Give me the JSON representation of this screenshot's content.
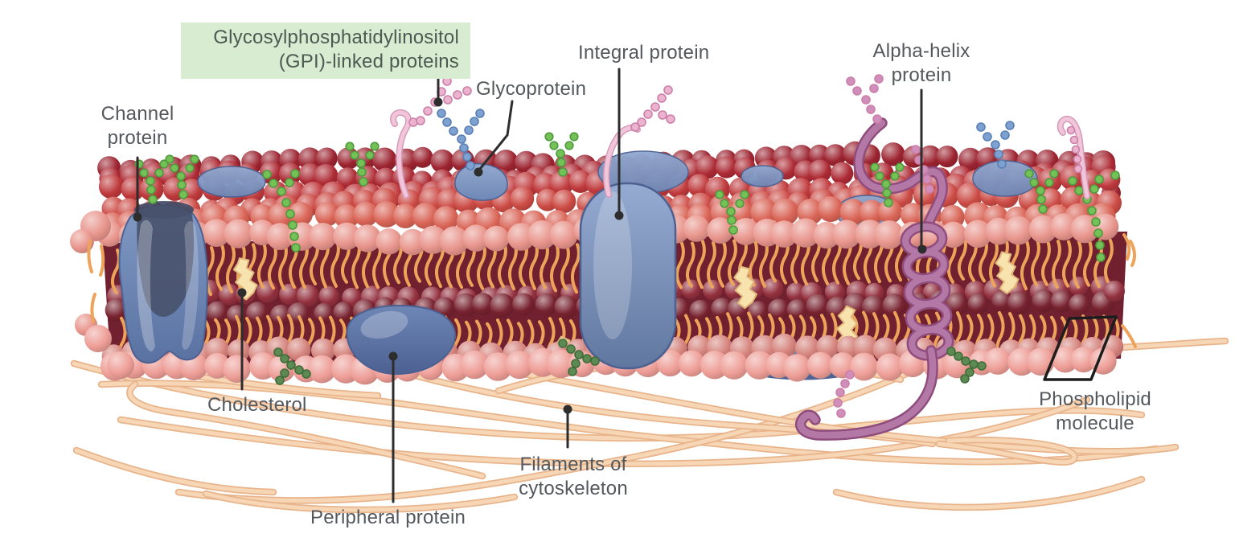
{
  "figure": {
    "name": "Cell membrane structure diagram",
    "background": "#ffffff"
  },
  "labels": {
    "gpi": {
      "text": "Glycosylphosphatidylinositol\n(GPI)-linked proteins",
      "highlighted": true
    },
    "channel": {
      "text": "Channel\nprotein"
    },
    "glycoprotein": {
      "text": "Glycoprotein"
    },
    "integral": {
      "text": "Integral protein"
    },
    "alpha_helix": {
      "text": "Alpha-helix\nprotein"
    },
    "cholesterol": {
      "text": "Cholesterol"
    },
    "peripheral": {
      "text": "Peripheral protein"
    },
    "filaments": {
      "text": "Filaments of\ncytoskeleton"
    },
    "phospholipid": {
      "text": "Phospholipid\nmolecule"
    }
  },
  "colors": {
    "label_text": "#54585d",
    "gpi_text": "#4d5a52",
    "highlight_bg": "#d8ecd1",
    "leader": "#2d2d2d",
    "callout_outline": "#1d1d1d",
    "head_back_rows": [
      "#9c2430",
      "#ad2b35",
      "#bf393c",
      "#cc4b45",
      "#d96456",
      "#e8958c"
    ],
    "head_front": "#ee9e97",
    "head_bottom_back": "#d5837c",
    "face_bg": "#70202e",
    "mid_sphere_1": "#93303e",
    "mid_sphere_2": "#77222f",
    "tail": "#eea35b",
    "protein_blue": "#6e87b5",
    "protein_blue_light": "#93a9cf",
    "protein_blue_dark": "#4c6192",
    "channel_slot": "#49536e",
    "helix": "#b478a6",
    "helix_dark": "#8f4d7d",
    "helix_light": "#c795b8",
    "helix_beads": "#cf8fba",
    "filament": "#f7d6b6",
    "filament_edge": "#e8b48b",
    "cholesterol_fill": "#f8e2ae",
    "cholesterol_edge": "#e0b87c",
    "glyco_green": "#74c157",
    "glyco_green_edge": "#4e9a3c",
    "glyco_green_dark": "#5d8a52",
    "glyco_green_dark_edge": "#3f6c39",
    "glyco_pink": "#ecb3cf",
    "glyco_pink_edge": "#cb7fa9",
    "glyco_pink_stalk": "#f2c6da",
    "glyco_pink_stalk_edge": "#d59ab8",
    "glyco_blue": "#7da1d1",
    "glyco_blue_edge": "#5a7fb4"
  }
}
